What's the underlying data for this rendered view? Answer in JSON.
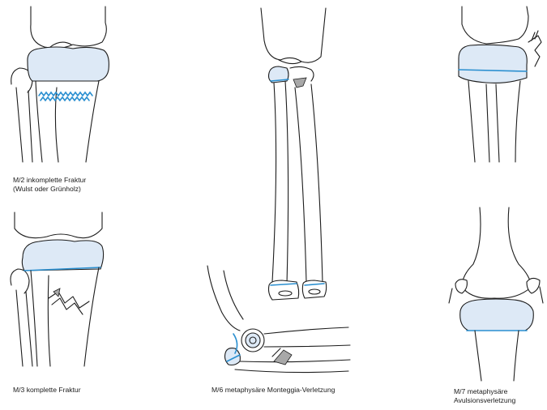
{
  "colors": {
    "cartilage": "#dde9f6",
    "fracture_line": "#2a8fd0",
    "bone_line": "#1c1c1c",
    "fragment": "#a8a8a8"
  },
  "captions": {
    "m2": {
      "line1": "M/2 inkomplette Fraktur",
      "line2": "(Wulst oder Grünholz)"
    },
    "m3": {
      "line1": "M/3 komplette Fraktur"
    },
    "m6": {
      "line1": "M/6 metaphysäre Monteggia-Verletzung"
    },
    "m7": {
      "line1": "M/7 metaphysäre",
      "line2": "Avulsionsverletzung"
    }
  }
}
